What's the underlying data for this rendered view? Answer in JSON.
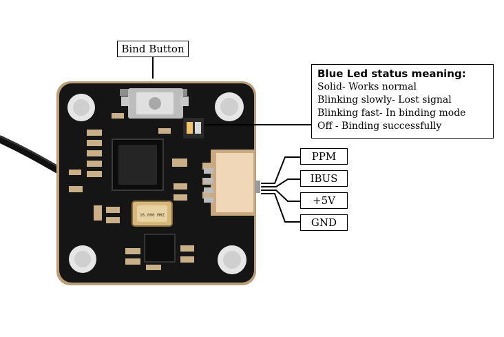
{
  "labels": {
    "bind_button": "Bind  Button"
  },
  "status": {
    "title": "Blue Led status meaning:",
    "lines": [
      "Solid- Works normal",
      "Blinking slowly- Lost signal",
      "Blinking fast- In binding mode",
      "Off - Binding successfully"
    ]
  },
  "pins": [
    {
      "label": "PPM"
    },
    {
      "label": "IBUS"
    },
    {
      "label": "+5V"
    },
    {
      "label": "GND"
    }
  ],
  "board": {
    "crystal_text": "16.000 MHZ"
  },
  "colors": {
    "pcb": "#151515",
    "pcb_edge": "#b99e78",
    "connector": "#f0d7b8",
    "crystal": "#d8b87a",
    "smd_component": "#c9b089",
    "led": "#f2c46a"
  }
}
